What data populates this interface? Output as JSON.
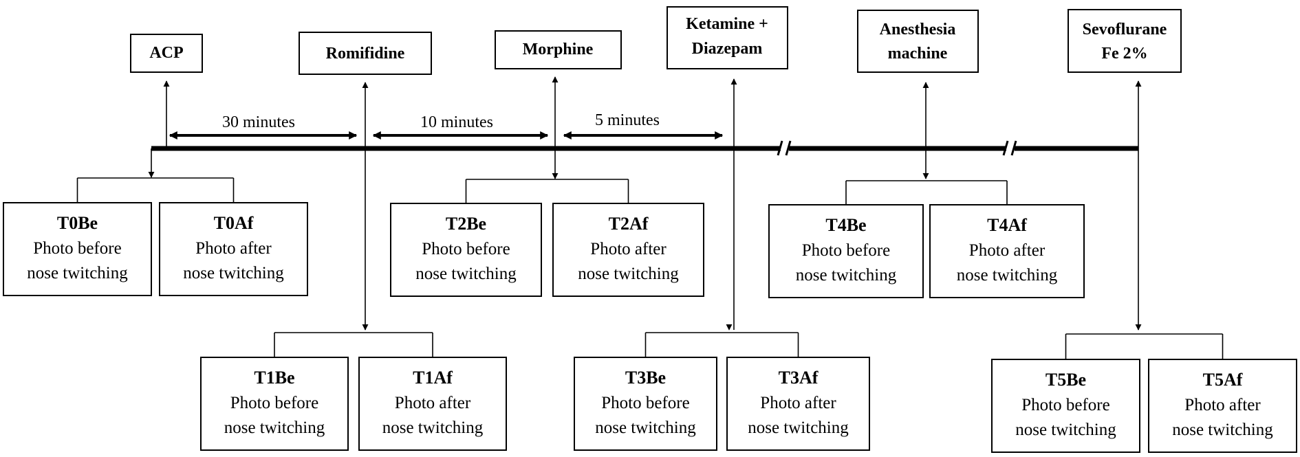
{
  "drugs": [
    {
      "lines": [
        "ACP"
      ]
    },
    {
      "lines": [
        "Romifidine"
      ]
    },
    {
      "lines": [
        "Morphine"
      ]
    },
    {
      "lines": [
        "Ketamine +",
        "Diazepam"
      ]
    },
    {
      "lines": [
        "Anesthesia",
        "machine"
      ]
    },
    {
      "lines": [
        "Sevoflurane",
        "Fe 2%"
      ]
    }
  ],
  "intervals": [
    "30 minutes",
    "10 minutes",
    "5 minutes"
  ],
  "timepoints": [
    {
      "before": {
        "code": "T0Be",
        "desc": [
          "Photo before",
          "nose twitching"
        ]
      },
      "after": {
        "code": "T0Af",
        "desc": [
          "Photo after",
          "nose twitching"
        ]
      }
    },
    {
      "before": {
        "code": "T1Be",
        "desc": [
          "Photo before",
          "nose twitching"
        ]
      },
      "after": {
        "code": "T1Af",
        "desc": [
          "Photo after",
          "nose twitching"
        ]
      }
    },
    {
      "before": {
        "code": "T2Be",
        "desc": [
          "Photo before",
          "nose twitching"
        ]
      },
      "after": {
        "code": "T2Af",
        "desc": [
          "Photo after",
          "nose twitching"
        ]
      }
    },
    {
      "before": {
        "code": "T3Be",
        "desc": [
          "Photo before",
          "nose twitching"
        ]
      },
      "after": {
        "code": "T3Af",
        "desc": [
          "Photo after",
          "nose twitching"
        ]
      }
    },
    {
      "before": {
        "code": "T4Be",
        "desc": [
          "Photo before",
          "nose twitching"
        ]
      },
      "after": {
        "code": "T4Af",
        "desc": [
          "Photo after",
          "nose twitching"
        ]
      }
    },
    {
      "before": {
        "code": "T5Be",
        "desc": [
          "Photo before",
          "nose twitching"
        ]
      },
      "after": {
        "code": "T5Af",
        "desc": [
          "Photo after",
          "nose twitching"
        ]
      }
    }
  ],
  "colors": {
    "stroke": "#000000",
    "background": "#ffffff"
  }
}
